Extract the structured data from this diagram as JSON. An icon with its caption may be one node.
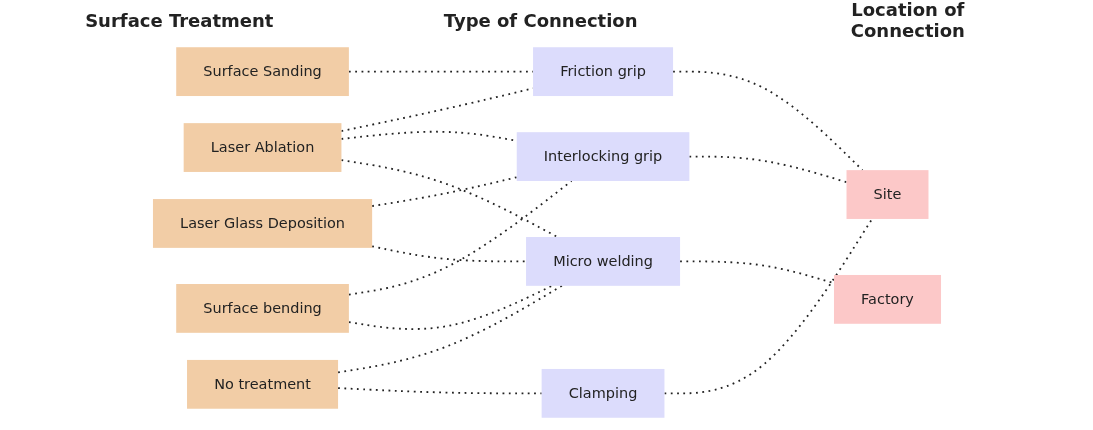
{
  "diagram": {
    "nodes": [
      {
        "text": [
          "Surface Sanding"
        ]
      },
      {
        "text": [
          "Laser Ablation"
        ]
      },
      {
        "text": [
          "Laser Glass Deposition"
        ]
      },
      {
        "text": [
          "Surface bending"
        ]
      },
      {
        "text": [
          "No treatment"
        ]
      },
      {
        "text": [
          "Friction grip"
        ]
      },
      {
        "text": [
          "Interlocking grip"
        ]
      },
      {
        "text": [
          "Micro welding"
        ]
      },
      {
        "text": [
          "Clamping"
        ]
      },
      {
        "text": [
          "Site"
        ]
      },
      {
        "text": [
          "Factory"
        ]
      }
    ],
    "edges": [
      {
        "from": 0,
        "to": 5,
        "arrow": "none",
        "style": "dashed"
      },
      {
        "from": 1,
        "to": 5,
        "arrow": "none",
        "style": "dashed"
      },
      {
        "from": 1,
        "to": 6,
        "arrow": "none",
        "style": "dashed"
      },
      {
        "from": 1,
        "to": 7,
        "arrow": "none",
        "style": "dashed"
      },
      {
        "from": 2,
        "to": 6,
        "arrow": "none",
        "style": "dashed"
      },
      {
        "from": 2,
        "to": 7,
        "arrow": "none",
        "style": "dashed"
      },
      {
        "from": 3,
        "to": 6,
        "arrow": "none",
        "style": "dashed"
      },
      {
        "from": 3,
        "to": 7,
        "arrow": "none",
        "style": "dashed"
      },
      {
        "from": 4,
        "to": 7,
        "arrow": "none",
        "style": "dashed"
      },
      {
        "from": 4,
        "to": 8,
        "arrow": "none",
        "style": "dashed"
      },
      {
        "from": 5,
        "to": 9,
        "arrow": "none",
        "style": "dashed"
      },
      {
        "from": 6,
        "to": 9,
        "arrow": "none",
        "style": "dashed"
      },
      {
        "from": 7,
        "to": 10,
        "arrow": "none",
        "style": "dashed"
      },
      {
        "from": 8,
        "to": 9,
        "arrow": "none",
        "style": "dashed"
      }
    ],
    "labels": [
      "Surface Treatment",
      "Type of Connection",
      "Location of Connection"
    ]
  }
}
